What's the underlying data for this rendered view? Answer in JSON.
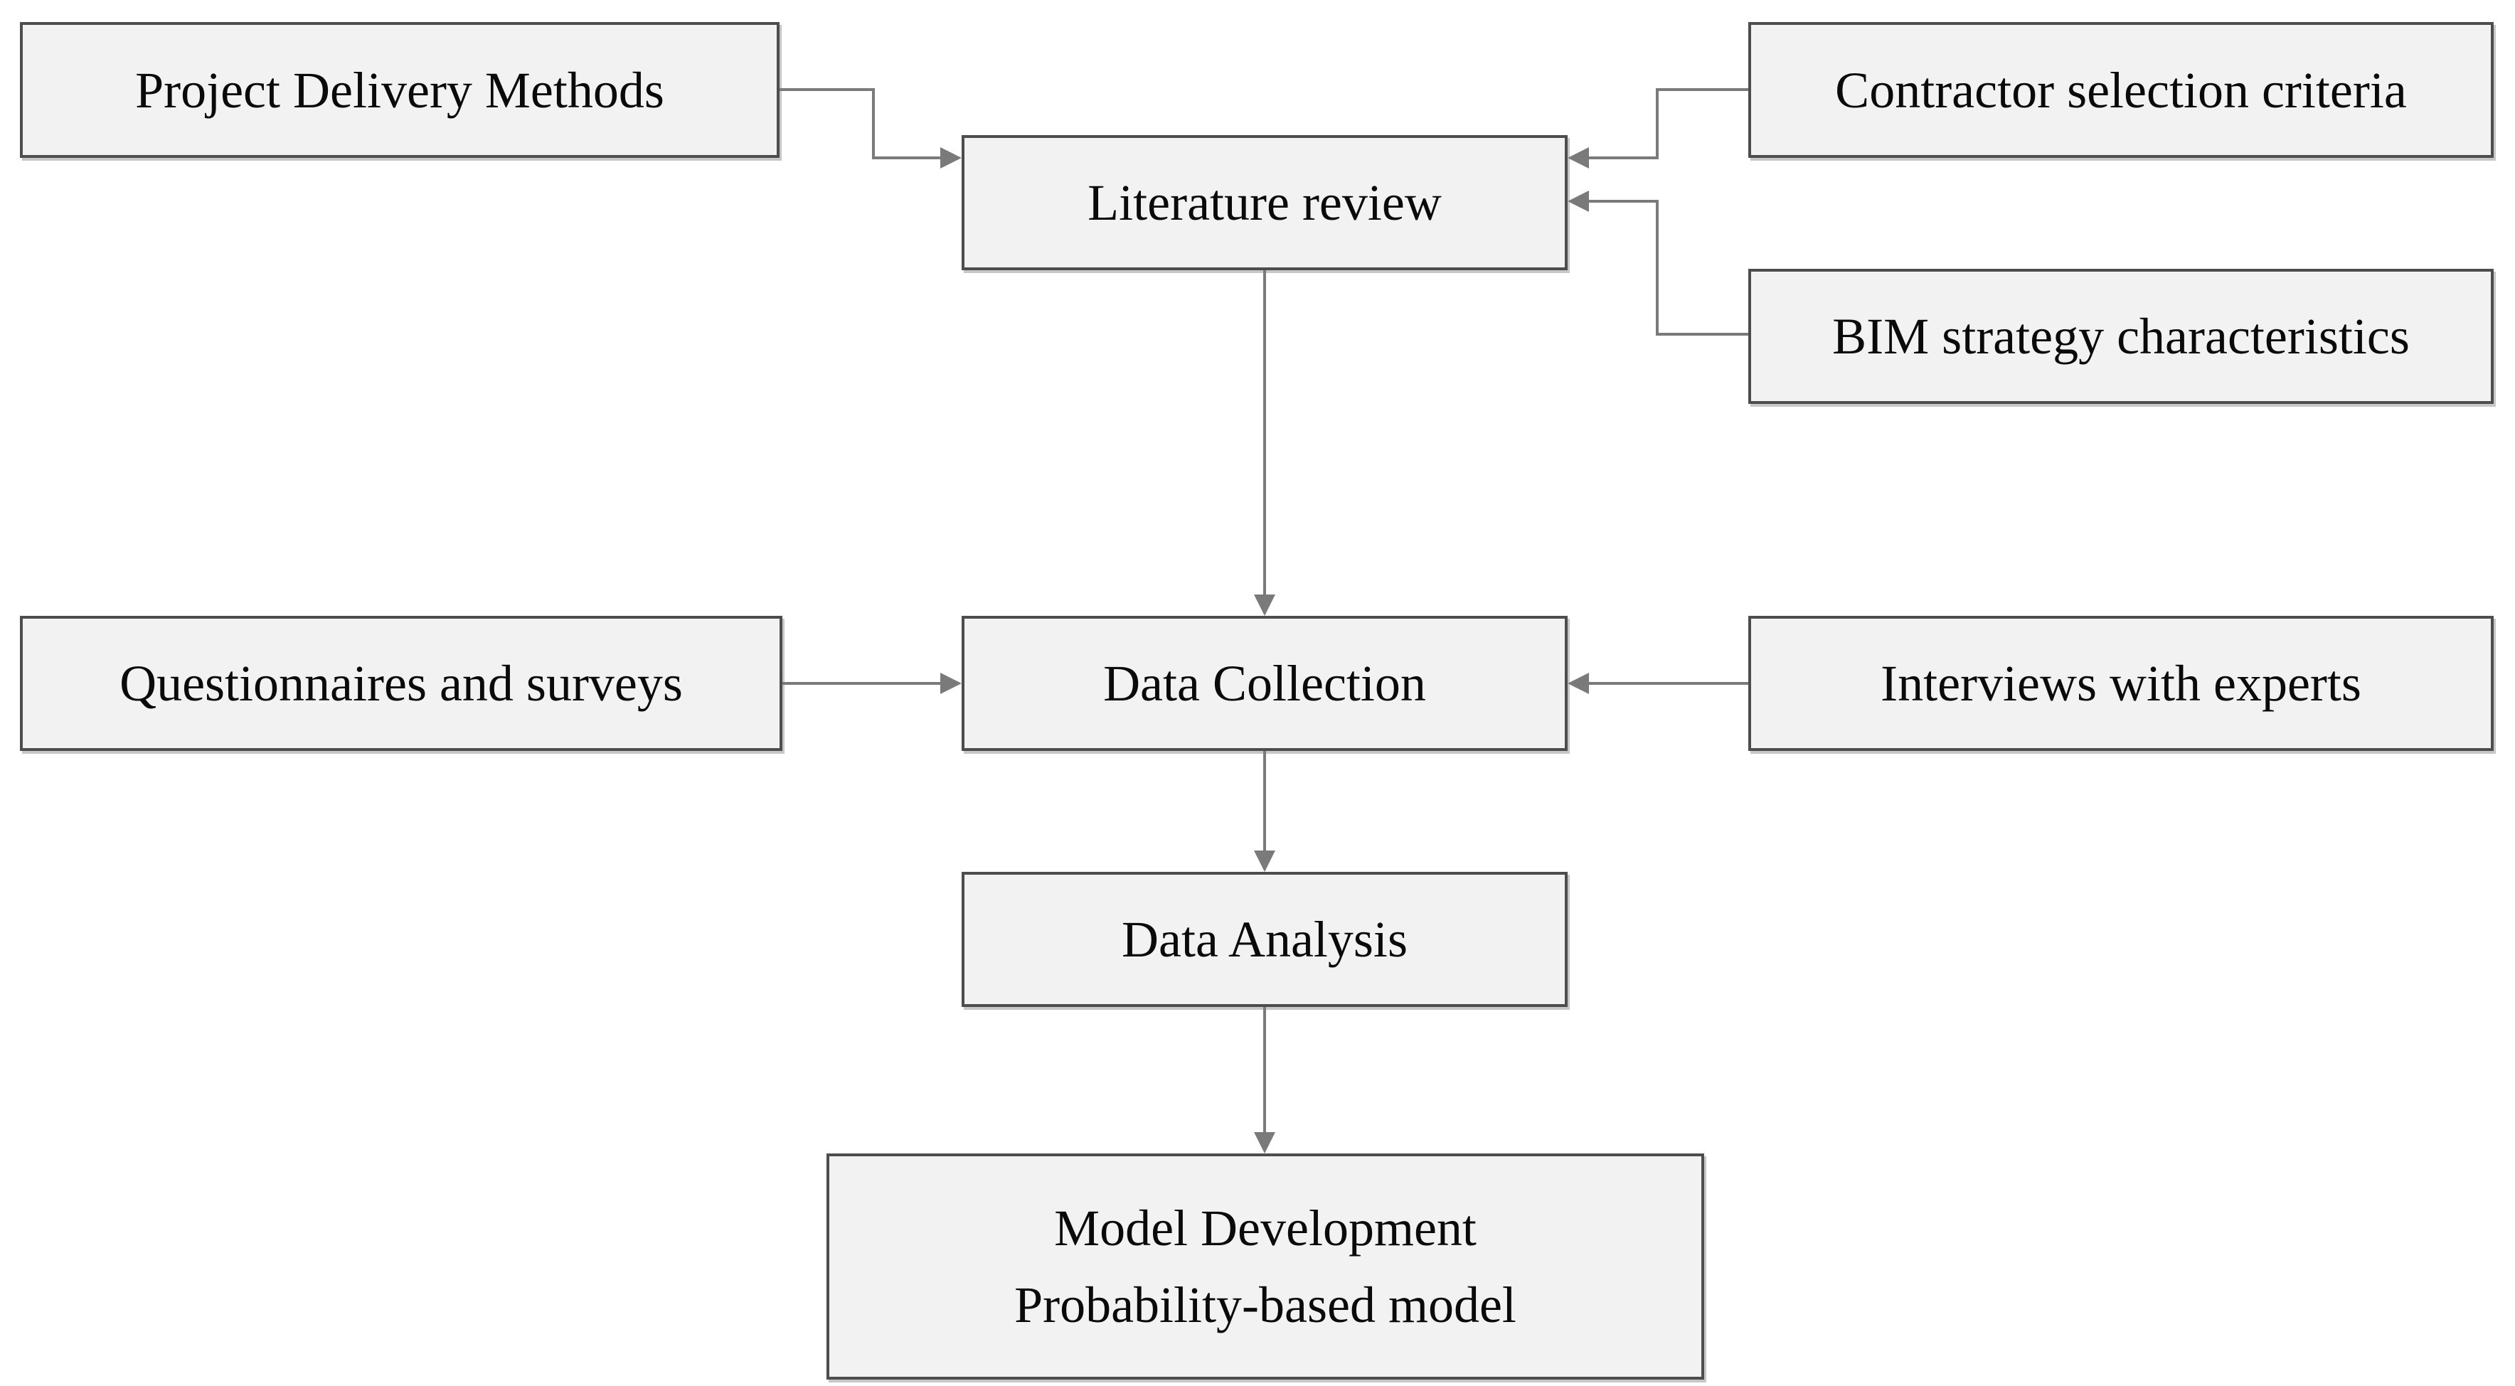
{
  "colors": {
    "background": "#ffffff",
    "box_fill": "#f2f2f2",
    "box_border": "#4d4d4d",
    "connector": "#7a7a7a",
    "text": "#0a0a0a"
  },
  "nodes": {
    "project_delivery": {
      "label": "Project Delivery Methods"
    },
    "literature_review": {
      "label": "Literature review"
    },
    "contractor_criteria": {
      "label": "Contractor selection criteria"
    },
    "bim_strategy": {
      "label": "BIM strategy characteristics"
    },
    "questionnaires": {
      "label": "Questionnaires and surveys"
    },
    "data_collection": {
      "label": "Data Collection"
    },
    "interviews": {
      "label": "Interviews with experts"
    },
    "data_analysis": {
      "label": "Data Analysis"
    },
    "model_development": {
      "lines": {
        "line1": "Model Development",
        "line2": "Probability-based model"
      }
    }
  },
  "edges": [
    {
      "from": "Project Delivery Methods",
      "to": "Literature review",
      "style": "elbow",
      "direction": "right-down-right"
    },
    {
      "from": "Contractor selection criteria",
      "to": "Literature review",
      "style": "elbow",
      "direction": "left-down-left"
    },
    {
      "from": "BIM strategy characteristics",
      "to": "Literature review",
      "style": "elbow",
      "direction": "left-up-left"
    },
    {
      "from": "Literature review",
      "to": "Data Collection",
      "style": "straight",
      "direction": "down"
    },
    {
      "from": "Questionnaires and surveys",
      "to": "Data Collection",
      "style": "straight",
      "direction": "right"
    },
    {
      "from": "Interviews with experts",
      "to": "Data Collection",
      "style": "straight",
      "direction": "left"
    },
    {
      "from": "Data Collection",
      "to": "Data Analysis",
      "style": "straight",
      "direction": "down"
    },
    {
      "from": "Data Analysis",
      "to": "Model Development Probability-based model",
      "style": "straight",
      "direction": "down"
    }
  ]
}
